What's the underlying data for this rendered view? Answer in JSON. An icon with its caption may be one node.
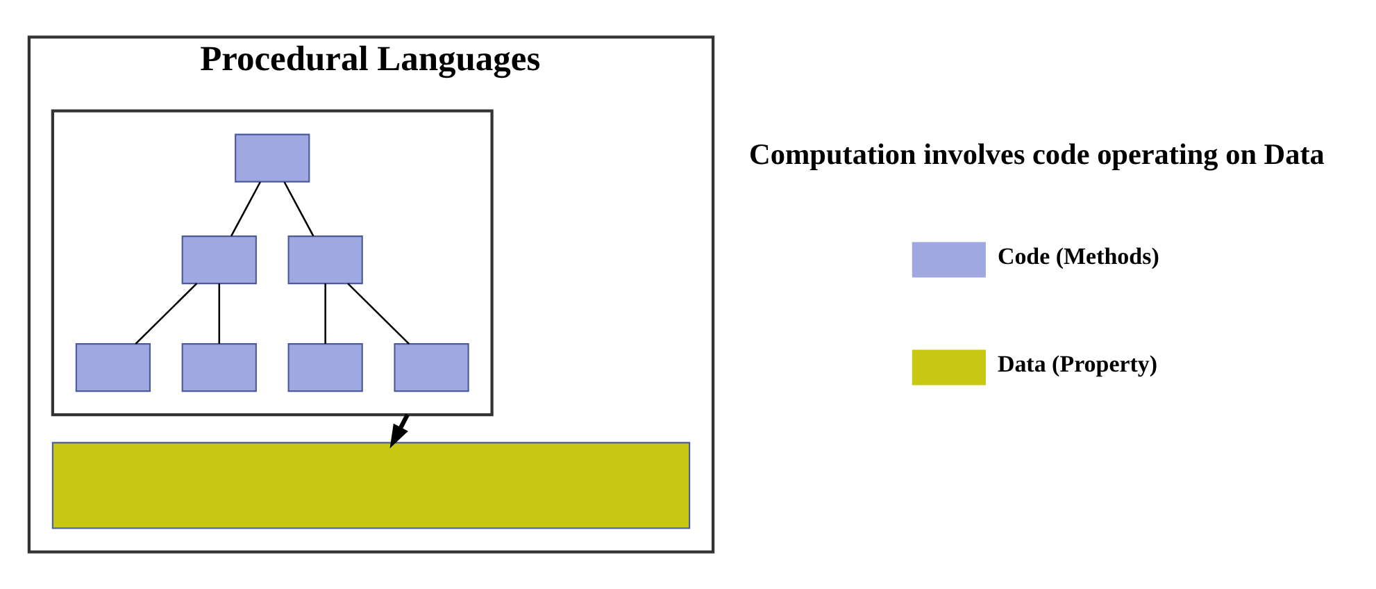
{
  "diagram": {
    "nodes": [
      {
        "text": [
          "Procedural Languages"
        ]
      },
      {
        "text": [],
        "shape": "box",
        "in": 0
      },
      {
        "text": [],
        "shape": "box",
        "in": 1
      },
      {
        "text": [],
        "shape": "box",
        "in": 1
      },
      {
        "text": [],
        "shape": "box",
        "in": 1
      },
      {
        "text": [],
        "shape": "box",
        "in": 1
      },
      {
        "text": [],
        "shape": "box",
        "in": 1
      },
      {
        "text": [],
        "shape": "box",
        "in": 1
      },
      {
        "text": [],
        "shape": "box",
        "in": 1
      },
      {
        "text": [],
        "shape": "bar",
        "in": 0
      }
    ],
    "edges": [
      {
        "from": 2,
        "to": 3,
        "arrow": "none"
      },
      {
        "from": 2,
        "to": 4,
        "arrow": "none"
      },
      {
        "from": 3,
        "to": 5,
        "arrow": "none"
      },
      {
        "from": 3,
        "to": 6,
        "arrow": "none"
      },
      {
        "from": 4,
        "to": 7,
        "arrow": "none"
      },
      {
        "from": 4,
        "to": 8,
        "arrow": "none"
      },
      {
        "from": 1,
        "to": 9,
        "arrow": "to",
        "style": "thick"
      }
    ],
    "labels": [
      "Computation involves code operating on Data"
    ],
    "legend": [
      {
        "text": "Code (Methods)",
        "color": "#9fa8e0"
      },
      {
        "text": "Data (Property)",
        "color": "#c8c814"
      }
    ]
  }
}
